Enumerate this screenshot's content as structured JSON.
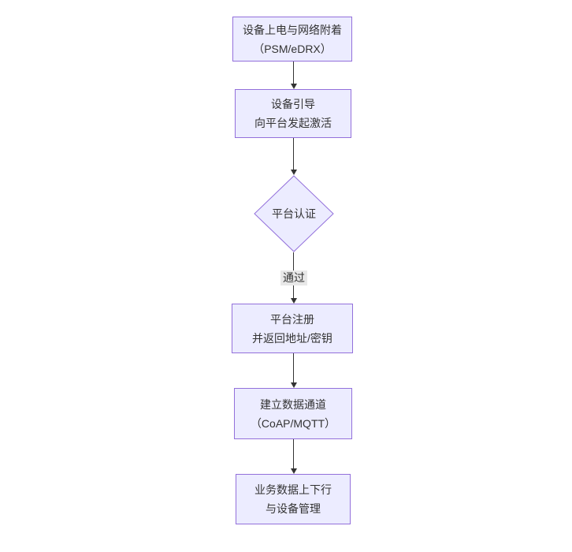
{
  "diagram": {
    "type": "flowchart",
    "direction": "top-down",
    "colors": {
      "canvas_bg": "#ffffff",
      "node_fill": "#ececff",
      "node_border": "#9370db",
      "text": "#333333",
      "edge": "#333333",
      "edge_label_bg": "#e8e8e8"
    },
    "nodes": [
      {
        "id": "power-attach",
        "shape": "rect",
        "line1": "设备上电与网络附着",
        "line2": "（PSM/eDRX）"
      },
      {
        "id": "bootstrap-activate",
        "shape": "rect",
        "line1": "设备引导",
        "line2": "向平台发起激活"
      },
      {
        "id": "platform-auth",
        "shape": "diamond",
        "line1": "平台认证",
        "line2": ""
      },
      {
        "id": "platform-register",
        "shape": "rect",
        "line1": "平台注册",
        "line2": "并返回地址/密钥"
      },
      {
        "id": "data-channel",
        "shape": "rect",
        "line1": "建立数据通道",
        "line2": "（CoAP/MQTT）"
      },
      {
        "id": "business-mgmt",
        "shape": "rect",
        "line1": "业务数据上下行",
        "line2": "与设备管理"
      }
    ],
    "edges": [
      {
        "from": "power-attach",
        "to": "bootstrap-activate",
        "label": ""
      },
      {
        "from": "bootstrap-activate",
        "to": "platform-auth",
        "label": ""
      },
      {
        "from": "platform-auth",
        "to": "platform-register",
        "label": "通过"
      },
      {
        "from": "platform-register",
        "to": "data-channel",
        "label": ""
      },
      {
        "from": "data-channel",
        "to": "business-mgmt",
        "label": ""
      }
    ]
  }
}
